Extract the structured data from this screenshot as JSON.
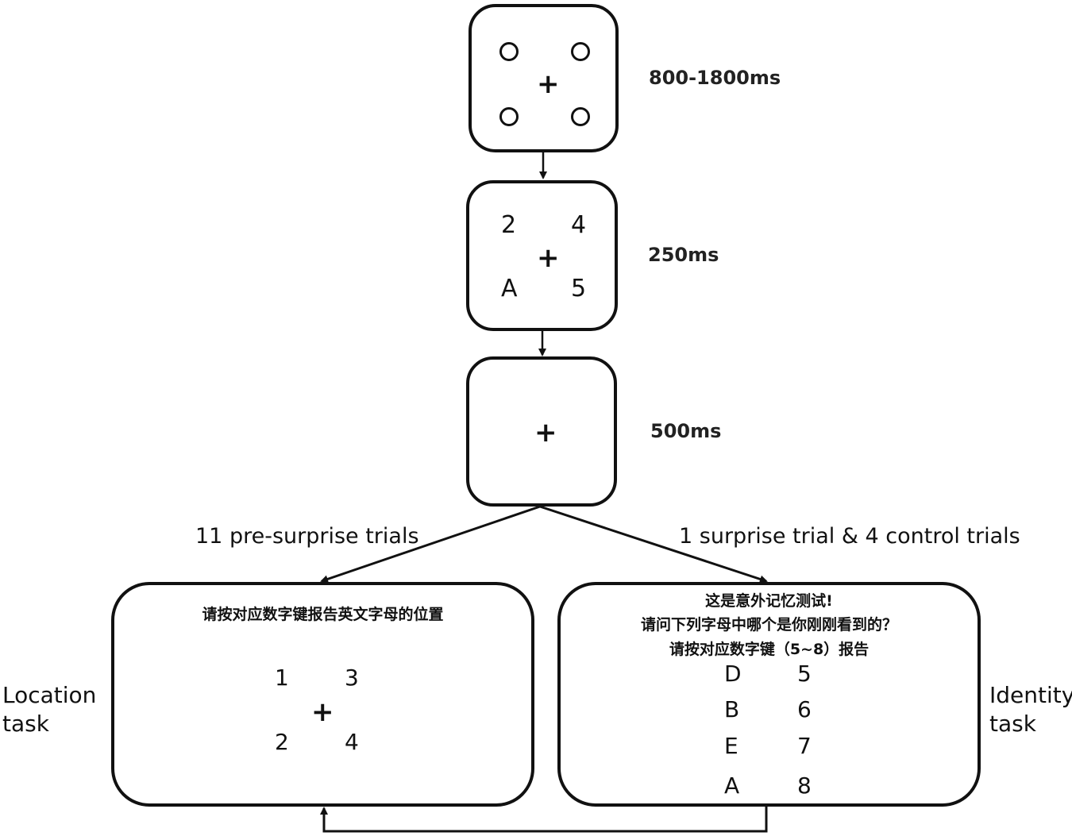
{
  "screens": {
    "fixation": {
      "duration": "800-1800ms",
      "fix": "+"
    },
    "memory": {
      "duration": "250ms",
      "fix": "+",
      "items": {
        "tl": "2",
        "tr": "4",
        "bl": "A",
        "br": "5"
      }
    },
    "blank": {
      "duration": "500ms",
      "fix": "+"
    }
  },
  "branches": {
    "left": "11 pre-surprise trials",
    "right": "1 surprise trial & 4 control trials"
  },
  "location_task": {
    "label": "Location task",
    "instruction": "请按对应数字键报告英文字母的位置",
    "fix": "+",
    "numbers": {
      "tl": "1",
      "tr": "3",
      "bl": "2",
      "br": "4"
    }
  },
  "identity_task": {
    "label": "Identity task",
    "line1": "这是意外记忆测试!",
    "line2": "请问下列字母中哪个是你刚刚看到的？",
    "line3": "请按对应数字键（5~8）报告",
    "options": [
      {
        "letter": "D",
        "key": "5"
      },
      {
        "letter": "B",
        "key": "6"
      },
      {
        "letter": "E",
        "key": "7"
      },
      {
        "letter": "A",
        "key": "8"
      }
    ]
  }
}
